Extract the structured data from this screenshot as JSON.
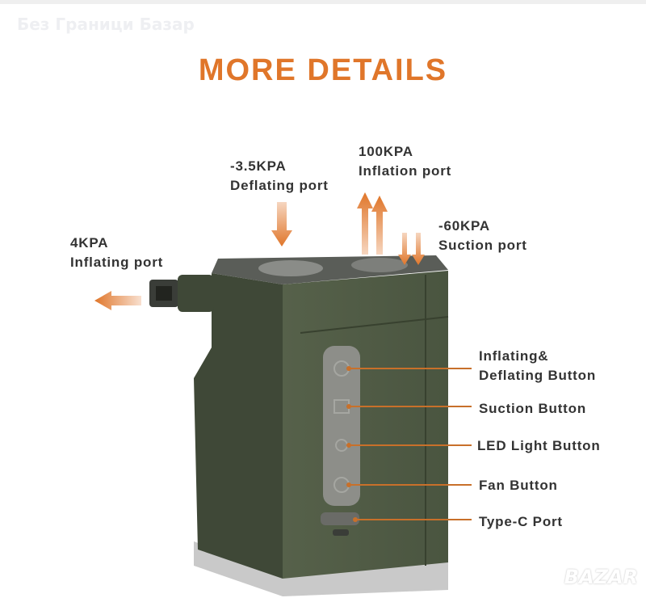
{
  "watermark": "Без Граници Базар",
  "title": "MORE DETAILS",
  "ports": {
    "deflating": {
      "value": "-3.5KPA",
      "label": "Deflating port"
    },
    "inflation": {
      "value": "100KPA",
      "label": "Inflation port"
    },
    "suction": {
      "value": "-60KPA",
      "label": "Suction port"
    },
    "inflating": {
      "value": "4KPA",
      "label": "Inflating port"
    }
  },
  "buttons": {
    "inflating_deflating_1": "Inflating&",
    "inflating_deflating_2": "Deflating Button",
    "suction": "Suction Button",
    "led": "LED Light Button",
    "fan": "Fan Button",
    "typec": "Type-C Port"
  },
  "logo": "BAZAR",
  "colors": {
    "accent": "#e0762a",
    "body": "#4f5b45"
  }
}
